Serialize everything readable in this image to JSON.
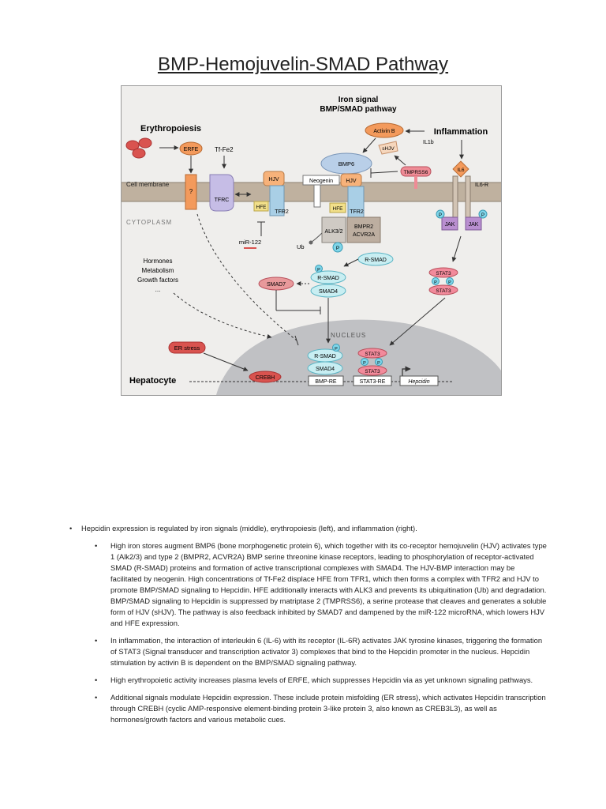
{
  "document": {
    "title": "BMP-Hemojuvelin-SMAD Pathway"
  },
  "figure": {
    "header_line1": "Iron signal",
    "header_line2": "BMP/SMAD pathway",
    "erythropoiesis": "Erythropoiesis",
    "erfe": "ERFE",
    "tf_fe2": "Tf-Fe2",
    "cell_membrane": "Cell membrane",
    "cytoplasm": "CYTOPLASM",
    "unknown_receptor": "?",
    "tfrc": "TFRC",
    "hjv_left": "HJV",
    "hfe_left": "HFE",
    "tfr2_left": "TFR2",
    "mir122": "miR-122",
    "bmp6": "BMP6",
    "neogenin": "Neogenin",
    "hjv_center": "HJV",
    "hfe_center": "HFE",
    "tfr2_center": "TFR2",
    "alk32": "ALK3/2",
    "bmpr2_line1": "BMPR2",
    "bmpr2_line2": "ACVR2A",
    "ub": "Ub",
    "activin_b": "Activin B",
    "shjv": "sHJV",
    "tmprss6": "TMPRSS6",
    "inflammation": "Inflammation",
    "il1b": "IL1b",
    "il6": "IL6",
    "il6r": "IL6-R",
    "jak_left": "JAK",
    "jak_right": "JAK",
    "p": "P",
    "hormones_line1": "Hormones",
    "hormones_line2": "Metabolism",
    "hormones_line3": "Growth factors",
    "hormones_line4": "...",
    "rsmad": "R-SMAD",
    "smad7": "SMAD7",
    "rsmad_p": "R-SMAD",
    "smad4": "SMAD4",
    "stat3_a": "STAT3",
    "stat3_b": "STAT3",
    "er_stress": "ER stress",
    "nucleus": "NUCLEUS",
    "rsmad_n": "R-SMAD",
    "smad4_n": "SMAD4",
    "stat3_n_a": "STAT3",
    "stat3_n_b": "STAT3",
    "hepatocyte": "Hepatocyte",
    "crebh": "CREBH",
    "bmp_re": "BMP-RE",
    "stat3_re": "STAT3-RE",
    "hepcidin": "Hepcidin"
  },
  "notes": {
    "b1": "Hepcidin expression is regulated by iron signals (middle), erythropoiesis (left), and inflammation (right).",
    "b2": "High iron stores augment BMP6 (bone morphogenetic protein 6), which together with its co-receptor hemojuvelin (HJV) activates type 1 (Alk2/3) and type 2 (BMPR2, ACVR2A) BMP serine threonine kinase receptors, leading to phosphorylation of receptor-activated SMAD (R-SMAD) proteins and formation of active transcriptional complexes with SMAD4. The HJV-BMP interaction may be facilitated by neogenin. High concentrations of Tf-Fe2 displace HFE from TFR1, which then forms a complex with TFR2 and HJV to promote BMP/SMAD signaling to Hepcidin. HFE additionally interacts with ALK3 and prevents its ubiquitination (Ub) and degradation. BMP/SMAD signaling to Hepcidin is suppressed by matriptase 2 (TMPRSS6), a serine protease that cleaves and generates a soluble form of HJV (sHJV). The pathway is also feedback inhibited by SMAD7 and dampened by the miR-122 microRNA, which lowers HJV and HFE expression.",
    "b3": "In inflammation, the interaction of interleukin 6 (IL-6) with its receptor (IL-6R) activates JAK tyrosine kinases, triggering the formation of STAT3 (Signal transducer and transcription activator 3) complexes that bind to the Hepcidin promoter in the nucleus. Hepcidin stimulation by activin B is dependent on the BMP/SMAD signaling pathway.",
    "b4": "High erythropoietic activity increases plasma levels of ERFE, which suppresses Hepcidin via as yet unknown signaling pathways.",
    "b5": "Additional signals modulate Hepcidin expression. These include protein misfolding (ER stress), which activates Hepcidin transcription through CREBH (cyclic AMP-responsive element-binding protein 3-like protein 3, also known as CREB3L3), as well as hormones/growth factors and various metabolic cues."
  },
  "colors": {
    "membrane": "#b9aa98",
    "nucleus": "#bcbdc0",
    "rsmad": "#c8eef2",
    "red_node": "#d9534f",
    "orange_node": "#f39a5c",
    "jak": "#b98fd0"
  }
}
